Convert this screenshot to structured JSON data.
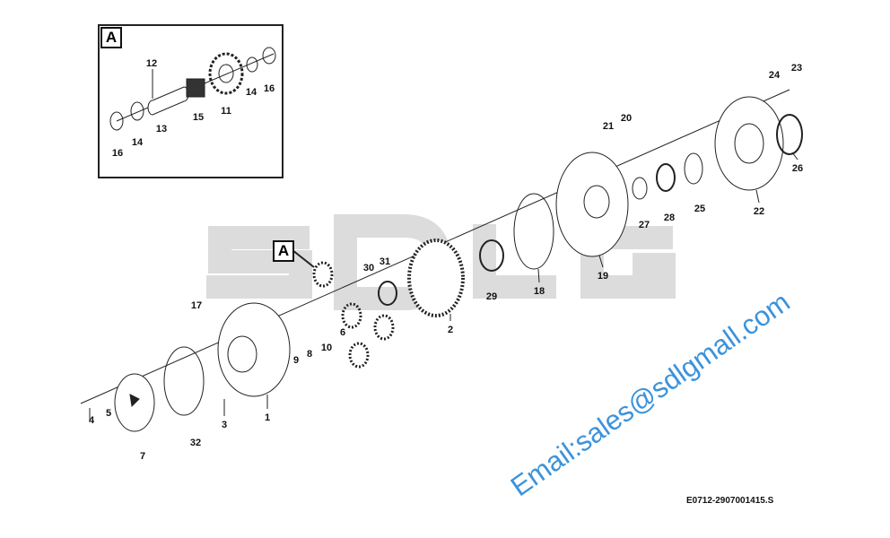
{
  "detail_box": {
    "label": "A",
    "callouts": [
      "12",
      "16",
      "14",
      "11",
      "15",
      "13",
      "14",
      "16"
    ]
  },
  "main": {
    "ref_label": "A",
    "callouts": [
      "30",
      "31",
      "17",
      "6",
      "9",
      "8",
      "10",
      "2",
      "29",
      "18",
      "19",
      "27",
      "28",
      "25",
      "22",
      "21",
      "20",
      "24",
      "23",
      "26",
      "4",
      "5",
      "7",
      "32",
      "3",
      "1"
    ]
  },
  "watermark": {
    "logo": "SDLG",
    "email": "Email:sales@sdlgmall.com"
  },
  "drawing_code": "E0712-2907001415.S",
  "colors": {
    "watermark_logo": "#dcdcdc",
    "watermark_email": "#3b93dc"
  }
}
